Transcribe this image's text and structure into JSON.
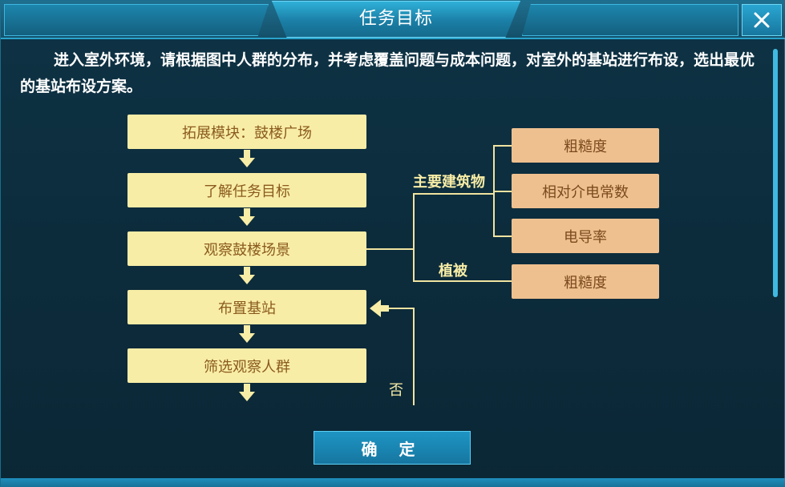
{
  "dialog": {
    "title": "任务目标",
    "intro": "进入室外环境，请根据图中人群的分布，并考虑覆盖问题与成本问题，对室外的基站进行布设，选出最优的基站布设方案。",
    "confirm_label": "确 定"
  },
  "flow": {
    "steps": [
      "拓展模块：鼓楼广场",
      "了解任务目标",
      "观察鼓楼场景",
      "布置基站",
      "筛选观察人群"
    ],
    "branch_labels": {
      "buildings": "主要建筑物",
      "vegetation": "植被",
      "no": "否"
    },
    "properties": [
      "粗糙度",
      "相对介电常数",
      "电导率",
      "粗糙度"
    ]
  },
  "icons": {
    "close": "close-icon",
    "arrow": "arrow-down-icon",
    "arrow_left": "arrow-left-icon"
  },
  "colors": {
    "step_box": "#f8eda6",
    "property_box": "#efc08f",
    "accent": "#29a3cc"
  }
}
